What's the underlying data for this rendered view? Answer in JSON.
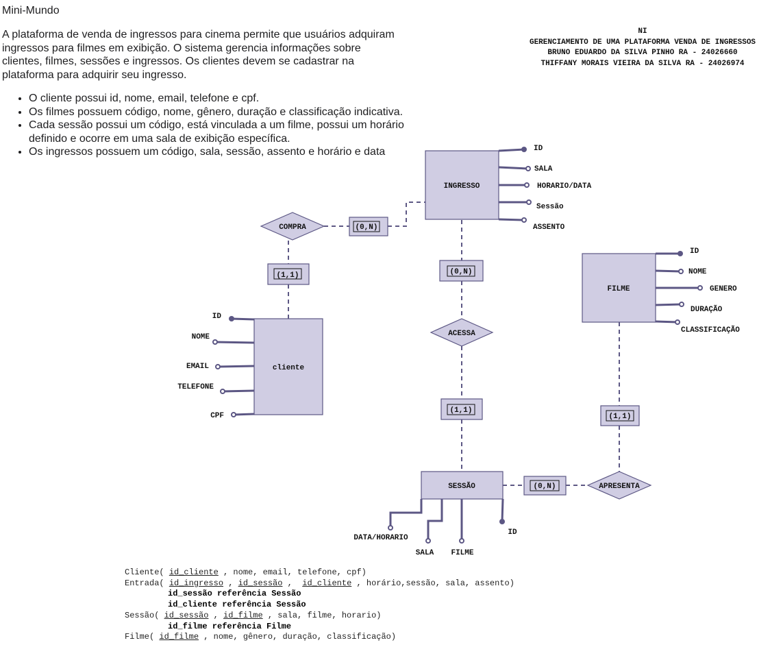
{
  "mini_mundo": {
    "title": "Mini-Mundo",
    "paragraph": "A plataforma de venda de ingressos para cinema permite que usuários adquiram ingressos para filmes em exibição. O sistema gerencia informações sobre clientes, filmes, sessões e ingressos. Os clientes devem se cadastrar na plataforma para adquirir seu ingresso.",
    "bullets": [
      "O cliente possui id, nome, email, telefone e cpf.",
      "Os filmes possuem código, nome, gênero, duração e classificação indicativa.",
      " Cada sessão possui um código, está vinculada a um filme, possui um horário definido e ocorre em uma sala de exibição específica.",
      "Os ingressos possuem um código, sala, sessão, assento e horário e data"
    ]
  },
  "header": {
    "line1": "NI",
    "line2": "GERENCIAMENTO DE UMA PLATAFORMA VENDA DE INGRESSOS",
    "line3": "BRUNO EDUARDO DA SILVA PINHO RA - 24026660",
    "line4": "THIFFANY MORAIS VIEIRA DA SILVA RA - 24026974"
  },
  "colors": {
    "entity_fill": "#d0cde3",
    "line": "#5c5784",
    "text": "#111111"
  },
  "diagram": {
    "entities": {
      "ingresso": {
        "label": "INGRESSO",
        "attributes": [
          "ID",
          "SALA",
          "HORARIO/DATA",
          "Sessão",
          "ASSENTO"
        ]
      },
      "filme": {
        "label": "FILME",
        "attributes": [
          "ID",
          "NOME",
          "GENERO",
          "DURAÇÃO",
          "CLASSIFICAÇÃO"
        ]
      },
      "cliente": {
        "label": "cliente",
        "attributes": [
          "ID",
          "NOME",
          "EMAIL",
          "TELEFONE",
          "CPF"
        ]
      },
      "sessao": {
        "label": "SESSÃO",
        "attributes": [
          "DATA/HORARIO",
          "SALA",
          "FILME",
          "ID"
        ]
      }
    },
    "relationships": {
      "compra": "COMPRA",
      "acessa": "ACESSA",
      "apresenta": "APRESENTA"
    },
    "cardinalities": {
      "compra_ingresso": "(0,N)",
      "compra_cliente": "(1,1)",
      "ingresso_acessa": "(0,N)",
      "acessa_sessao": "(1,1)",
      "filme_apresenta": "(1,1)",
      "sessao_apresenta": "(0,N)"
    }
  },
  "schema": {
    "cliente": {
      "prefix": "Cliente( ",
      "pk": "id_cliente",
      "rest": " , nome, email, telefone, cpf)"
    },
    "entrada": {
      "prefix": "Entrada( ",
      "k1": "id_ingresso",
      "sep1": " , ",
      "k2": "id_sessão",
      "sep2": " ,  ",
      "k3": "id_cliente",
      "rest": " , horário,sessão, sala, assento)"
    },
    "entrada_fk1": "id_sessão referência Sessão",
    "entrada_fk2": "id_cliente referência Sessão",
    "sessao": {
      "prefix": "Sessão( ",
      "k1": "id_sessão",
      "sep1": " , ",
      "k2": "id_filme",
      "rest": " , sala, filme, horario)"
    },
    "sessao_fk1": "id_filme referência Filme",
    "filme": {
      "prefix": "Filme( ",
      "pk": "id_filme",
      "rest": " , nome, gênero, duração, classificação)"
    }
  }
}
